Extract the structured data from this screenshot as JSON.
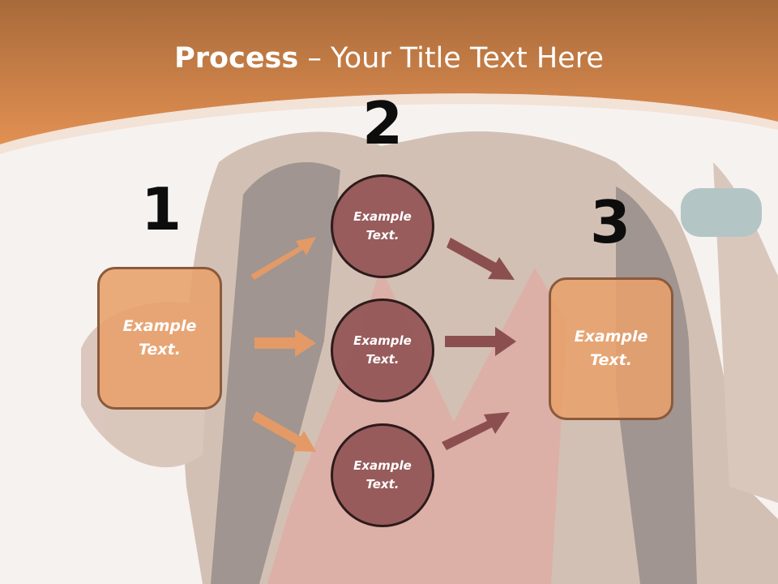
{
  "title": {
    "bold": "Process",
    "rest": " – Your Title Text Here"
  },
  "steps": {
    "one": "1",
    "two": "2",
    "three": "3"
  },
  "left_box": {
    "label": "Example\nText."
  },
  "right_box": {
    "label": "Example\nText."
  },
  "circles": [
    {
      "label": "Example\nText."
    },
    {
      "label": "Example\nText."
    },
    {
      "label": "Example\nText."
    }
  ],
  "colors": {
    "header": "#d98a4e",
    "box_fill": "#e8a06b",
    "circle_fill": "#945656",
    "arrow_left": "#e39a66",
    "arrow_right": "#8c4f4f"
  }
}
